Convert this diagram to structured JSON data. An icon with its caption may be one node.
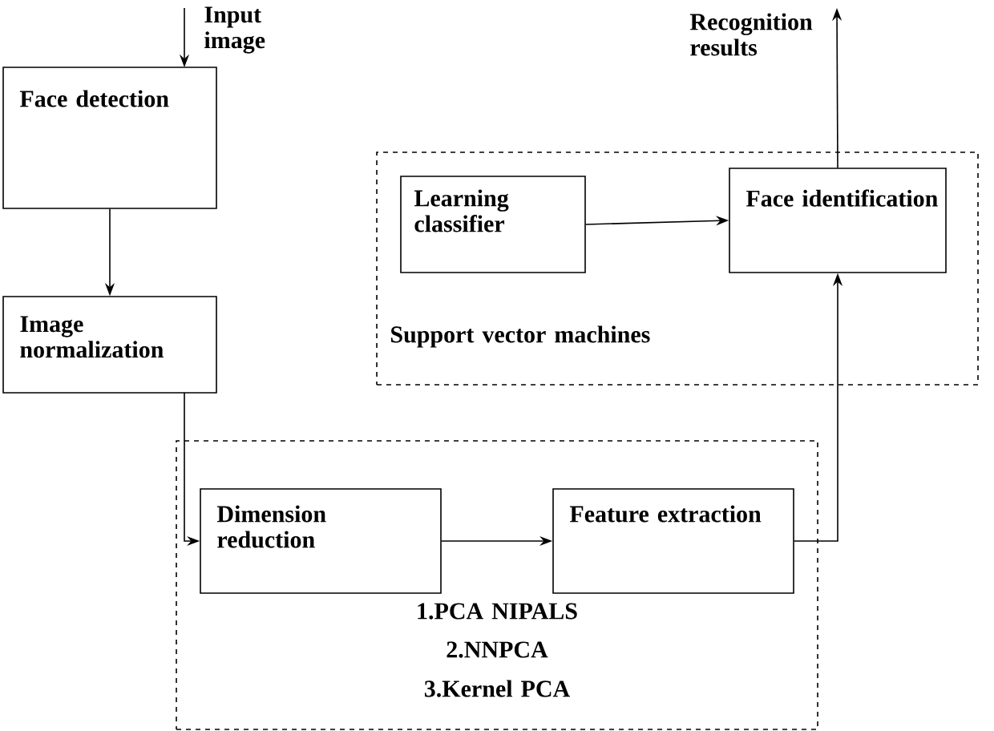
{
  "diagram": {
    "nodes": [
      {
        "text": [
          "Face detection"
        ]
      },
      {
        "text": [
          "Image normalization"
        ]
      },
      {
        "text": [
          "1.PCA NIPALS",
          "2.NNPCA",
          "3.Kernel PCA"
        ]
      },
      {
        "text": [
          "Dimension reduction"
        ],
        "in": 2
      },
      {
        "text": [
          "Feature extraction"
        ],
        "in": 2
      },
      {
        "text": [
          "Support vector machines"
        ]
      },
      {
        "text": [
          "Learning classifier"
        ],
        "in": 5
      },
      {
        "text": [
          "Face identification"
        ],
        "in": 5
      }
    ],
    "edges": [
      {
        "from": null,
        "to": 0,
        "arrow": "to",
        "label": "Input image"
      },
      {
        "from": 0,
        "to": 1,
        "arrow": "to"
      },
      {
        "from": 1,
        "to": 3,
        "arrow": "to"
      },
      {
        "from": 3,
        "to": 4,
        "arrow": "to"
      },
      {
        "from": 4,
        "to": 7,
        "arrow": "to"
      },
      {
        "from": 6,
        "to": 7,
        "arrow": "to"
      },
      {
        "from": 7,
        "to": null,
        "arrow": "to",
        "label": "Recognition results"
      }
    ]
  }
}
